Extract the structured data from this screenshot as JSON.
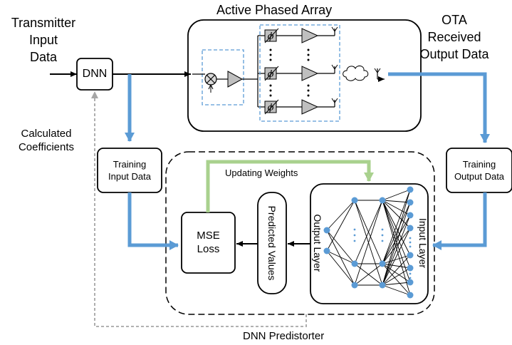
{
  "labels": {
    "transmitter_input": [
      "Transmitter",
      "Input",
      "Data"
    ],
    "active_phased_array": "Active Phased Array",
    "ota_received": [
      "OTA",
      "Received",
      "Output Data"
    ],
    "dnn": "DNN",
    "calculated_coefficients": [
      "Calculated",
      "Coefficients"
    ],
    "training_input": [
      "Training",
      "Input Data"
    ],
    "training_output": [
      "Training",
      "Output Data"
    ],
    "updating_weights": "Updating Weights",
    "mse_loss": [
      "MSE",
      "Loss"
    ],
    "predicted_values": "Predicted Values",
    "output_layer": "Output Layer",
    "input_layer": "Input Layer",
    "dnn_predistorter": "DNN Predistorter"
  },
  "colors": {
    "blue_arrow": "#5b9bd5",
    "green_arrow": "#a9d18e",
    "node_blue": "#5b9bd5",
    "amp_gray": "#bfbfbf",
    "feedback_gray": "#a6a6a6",
    "dashed_blue": "#5b9bd5"
  }
}
